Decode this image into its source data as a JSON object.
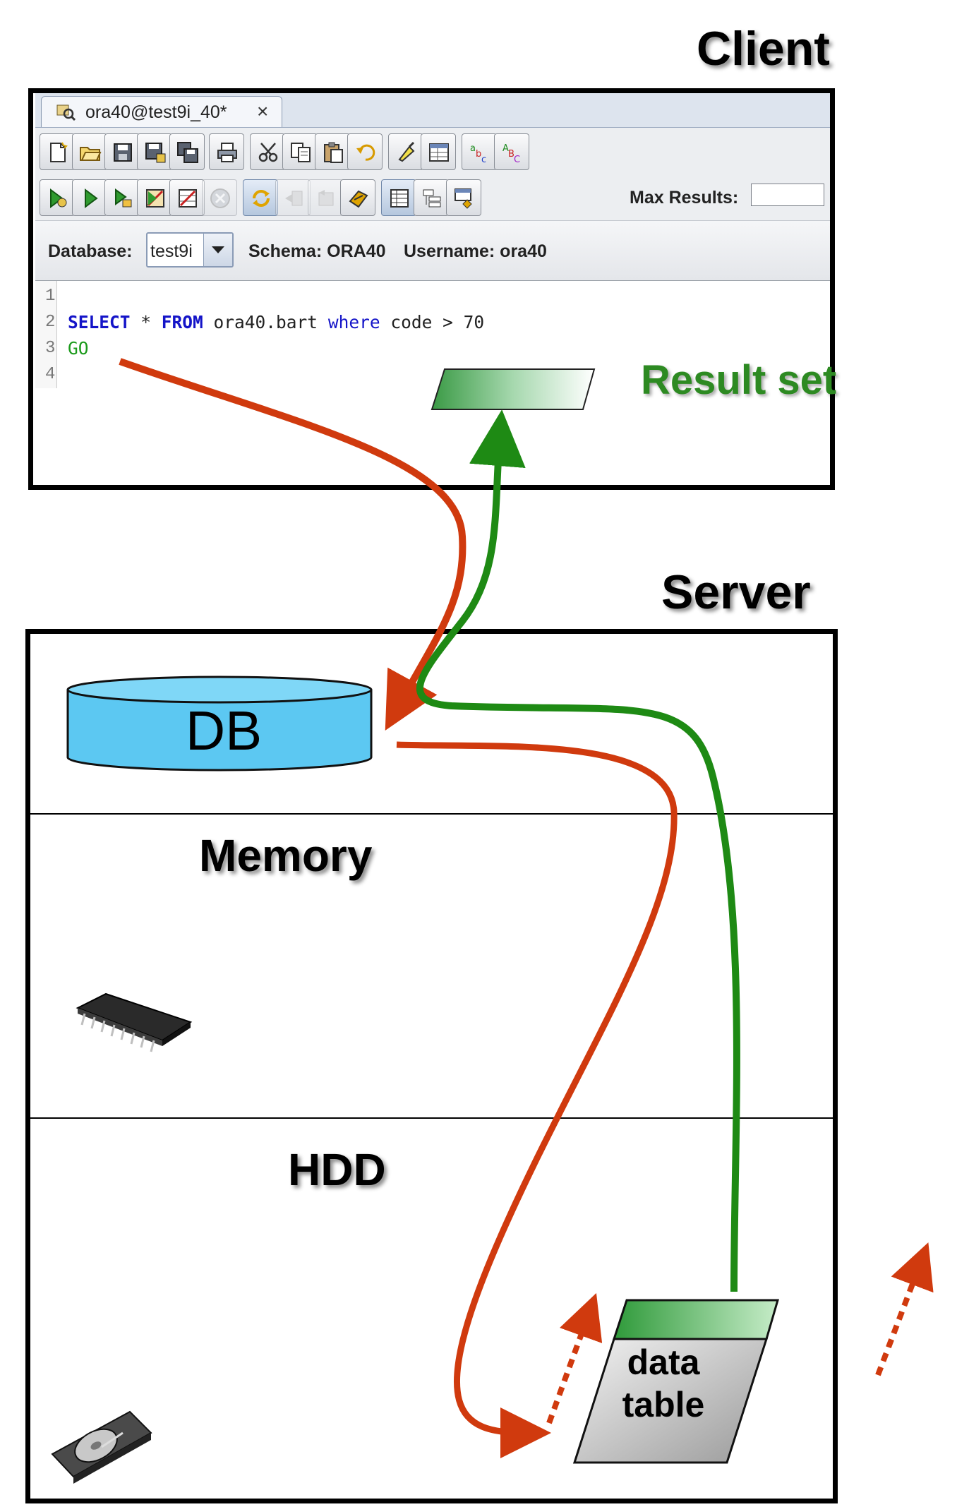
{
  "titles": {
    "client": "Client",
    "server": "Server",
    "result_set": "Result set",
    "memory": "Memory",
    "hdd": "HDD"
  },
  "ide": {
    "tab_label": "ora40@test9i_40*",
    "tab_close": "×",
    "max_results_label": "Max Results:",
    "max_results_value": "",
    "database_label": "Database:",
    "database_value": "test9i",
    "schema_text": "Schema: ORA40",
    "username_text": "Username: ora40",
    "line_numbers": [
      "1",
      "2",
      "3",
      "4"
    ],
    "code": {
      "kw_select": "SELECT",
      "star": " * ",
      "kw_from": "FROM",
      "table": " ora40.bart ",
      "kw_where": "where",
      "condition": " code > 70",
      "go": "GO"
    }
  },
  "shapes": {
    "db_label": "DB",
    "data_table_line1": "data",
    "data_table_line2": "table"
  },
  "colors": {
    "request_arrow": "#d03a0e",
    "response_arrow": "#1e8a14",
    "db_fill": "#5cc8f2",
    "result_fill": "#2e9a3a",
    "keyword": "#1414c8",
    "go_keyword": "#1a9a1a"
  },
  "icons": [
    "database-query-icon",
    "new-file-icon",
    "open-folder-icon",
    "save-icon",
    "save-as-icon",
    "save-all-icon",
    "print-icon",
    "cut-icon",
    "copy-icon",
    "paste-icon",
    "undo-icon",
    "highlighter-icon",
    "table-window-icon",
    "lowercase-icon",
    "uppercase-icon",
    "execute-script-icon",
    "run-icon",
    "run-step-icon",
    "explain-icon",
    "explain-all-icon",
    "stop-icon",
    "refresh-icon",
    "commit-icon",
    "rollback-icon",
    "transaction-icon",
    "grid-view-icon",
    "tree-view-icon",
    "form-view-icon",
    "memory-chip-icon",
    "hard-disk-icon"
  ]
}
